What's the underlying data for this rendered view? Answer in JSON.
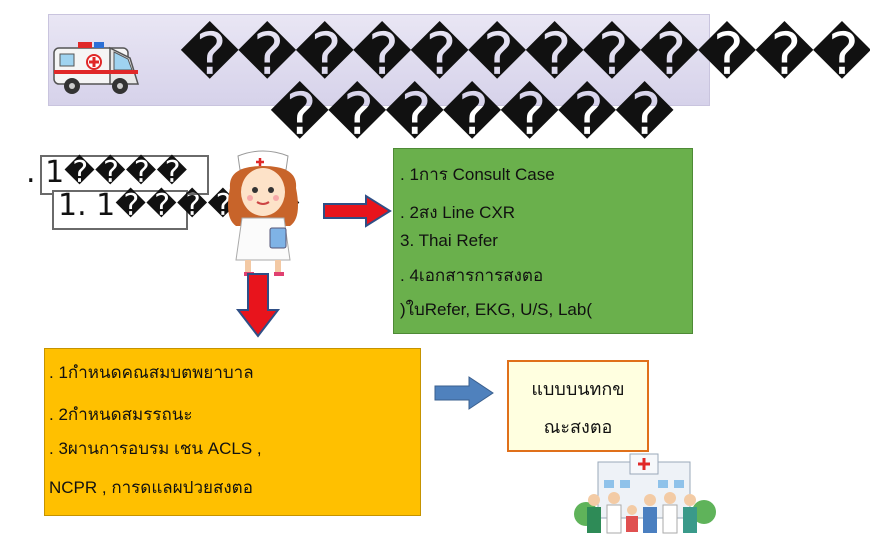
{
  "title": {
    "line1": "������������",
    "line2": "�������"
  },
  "left_header": {
    "item1": ". 1����",
    "item2": "1. 1������"
  },
  "green_box": {
    "lines": [
      ". 1การ Consult Case",
      ". 2สง Line CXR",
      "3. Thai Refer",
      ". 4เอกสารการสงตอ",
      ")ใบRefer, EKG, U/S, Lab("
    ]
  },
  "orange_box": {
    "lines": [
      ". 1กำหนดคณสมบตพยาบาล",
      ". 2กำหนดสมรรถนะ",
      ". 3ผานการอบรม เชน ACLS ,",
      "NCPR , การดแลผปวยสงตอ"
    ]
  },
  "yellow_box": {
    "line1": "แบบบนทกข",
    "line2": "ณะสงตอ"
  },
  "colors": {
    "green_box": "#6ab04c",
    "orange_box": "#ffc000",
    "yellow_box_border": "#e0701a",
    "arrow_red": "#e8141c",
    "arrow_blue": "#4f81bd",
    "title_band": "#dcd8ee"
  },
  "icons": [
    "ambulance-icon",
    "nurse-icon",
    "hospital-staff-icon"
  ]
}
